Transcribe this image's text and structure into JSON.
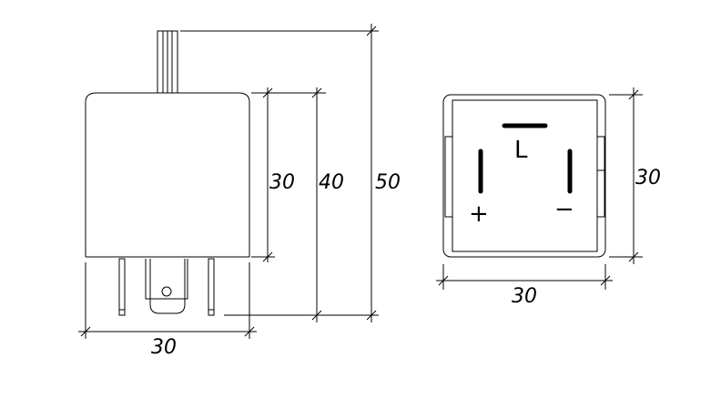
{
  "diagram": {
    "side_view": {
      "dim_height_body": "30",
      "dim_height_pins": "40",
      "dim_height_total": "50",
      "dim_width": "30"
    },
    "top_view": {
      "terminal_L": "L",
      "terminal_plus": "+",
      "terminal_minus": "−",
      "dim_height": "30",
      "dim_width": "30"
    }
  }
}
